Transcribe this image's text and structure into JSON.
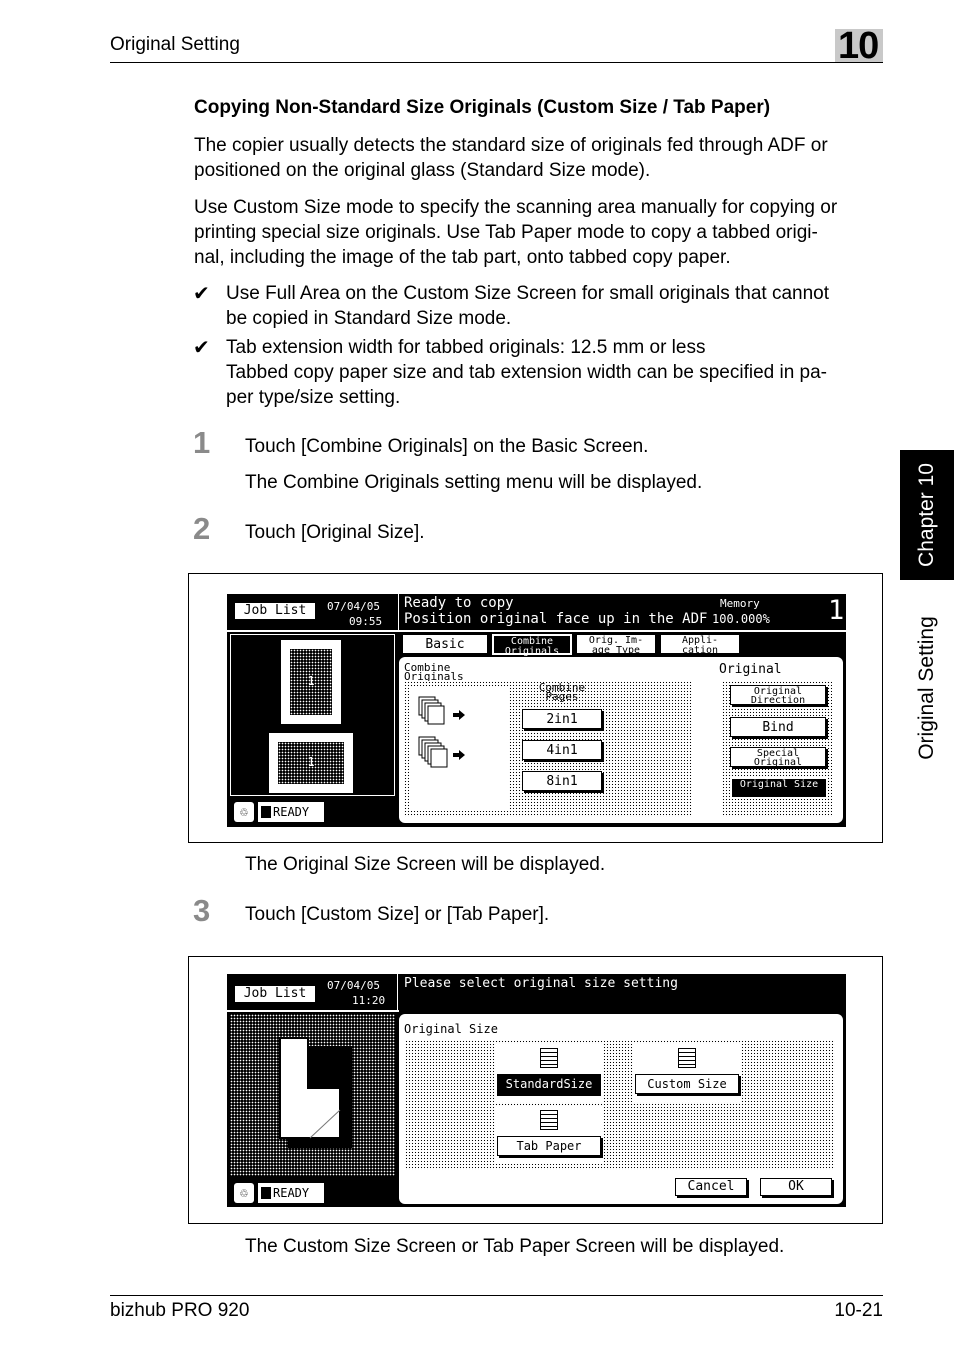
{
  "header": {
    "section_title": "Original Setting",
    "chapter_number": "10"
  },
  "side_tab": {
    "chapter_label": "Chapter 10",
    "section_label": "Original Setting"
  },
  "heading": "Copying Non-Standard Size Originals (Custom Size / Tab Paper)",
  "paragraphs": [
    [
      "The copier usually detects the standard size of originals fed through ADF or",
      "positioned on the original glass (Standard Size mode)."
    ],
    [
      "Use Custom Size mode to specify the scanning area manually for copying or",
      "printing special size originals. Use Tab Paper mode to copy a tabbed origi-",
      "nal, including the image of the tab part, onto tabbed copy paper."
    ]
  ],
  "check_mark": "✔",
  "bullets": [
    [
      "Use Full Area on the Custom Size Screen for small originals that cannot",
      "be copied in Standard Size mode."
    ],
    [
      "Tab extension width for tabbed originals: 12.5 mm or less",
      "Tabbed copy paper size and tab extension width can be specified in pa-",
      "per type/size setting."
    ]
  ],
  "steps": [
    {
      "number": "1",
      "text": "Touch [Combine Originals] on the Basic Screen.",
      "result": "The Combine Originals setting menu will be displayed."
    },
    {
      "number": "2",
      "text": "Touch [Original Size].",
      "result": "The Original Size Screen will be displayed."
    },
    {
      "number": "3",
      "text": "Touch [Custom Size] or [Tab Paper].",
      "result": "The Custom Size Screen or Tab Paper Screen will be displayed."
    }
  ],
  "screen1": {
    "job_list": "Job List",
    "date": "07/04/05",
    "time": "09:55",
    "message_line1": "Ready to copy",
    "message_line2": "Position original face up in the ADF",
    "memory_label": "Memory",
    "memory_value": "100.000%",
    "copy_count": "1",
    "tabs": [
      "Basic",
      "Combine Originals",
      "Orig. Im- age Type",
      "Appli- cation"
    ],
    "panel_title": "Combine Originals",
    "pages_label": "Combine Pages",
    "page_options": [
      "2in1",
      "4in1",
      "8in1"
    ],
    "original_label": "Original",
    "original_buttons": [
      "Original Direction",
      "Bind",
      "Special Original",
      "Original Size"
    ],
    "preview_number": "1",
    "status": "READY"
  },
  "screen2": {
    "job_list": "Job List",
    "date": "07/04/05",
    "time": "11:20",
    "message": "Please select original size setting",
    "panel_title": "Original Size",
    "buttons": [
      "StandardSize",
      "Custom Size",
      "Tab Paper"
    ],
    "cancel": "Cancel",
    "ok": "OK",
    "status": "READY"
  },
  "footer": {
    "product": "bizhub PRO 920",
    "page": "10-21"
  }
}
